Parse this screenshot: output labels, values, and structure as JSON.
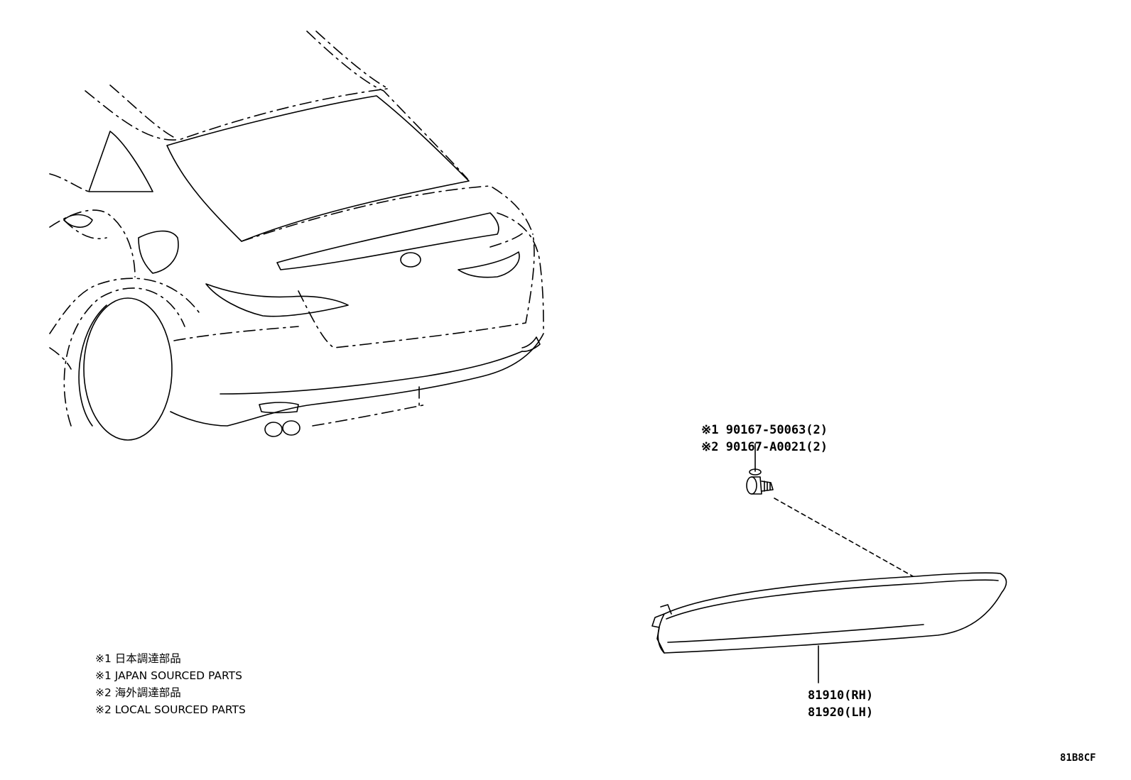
{
  "notes": [
    "※1 日本調達部品",
    "※1 JAPAN SOURCED PARTS",
    "※2 海外調達部品",
    "※2 LOCAL SOURCED PARTS"
  ],
  "fastener_callouts": [
    "※1 90167-50063(2)",
    "※2 90167-A0021(2)"
  ],
  "part_callouts": [
    "81910(RH)",
    "81920(LH)"
  ],
  "illustration_code": "81B8CF"
}
